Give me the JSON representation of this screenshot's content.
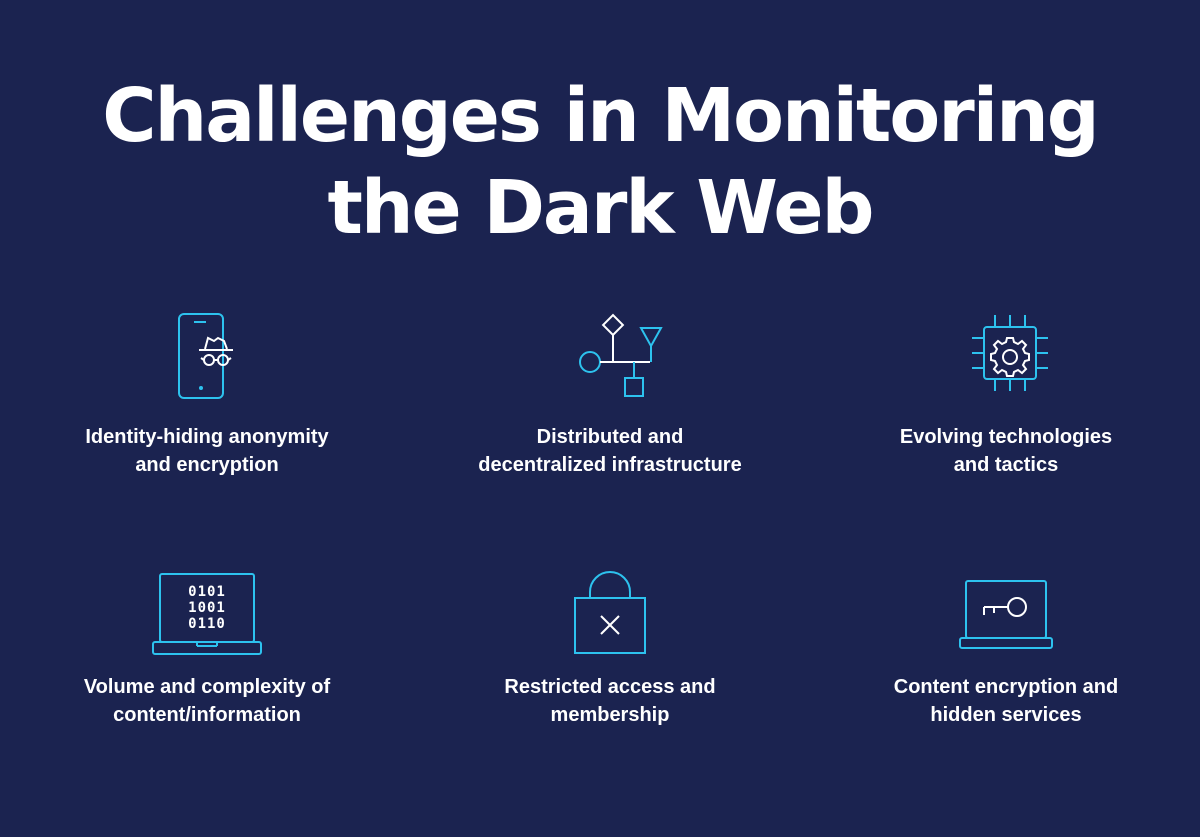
{
  "title": {
    "line1": "Challenges in Monitoring",
    "line2": "the Dark Web"
  },
  "colors": {
    "background": "#1b2350",
    "accent": "#2dc2ee",
    "text": "#ffffff"
  },
  "challenges": [
    {
      "icon": "incognito-phone-icon",
      "line1": "Identity-hiding anonymity",
      "line2": "and encryption"
    },
    {
      "icon": "distributed-network-icon",
      "line1": "Distributed and",
      "line2": "decentralized infrastructure"
    },
    {
      "icon": "chip-gear-icon",
      "line1": "Evolving technologies",
      "line2": "and tactics"
    },
    {
      "icon": "binary-laptop-icon",
      "binary": [
        "0101",
        "1001",
        "0110"
      ],
      "line1": "Volume and complexity of",
      "line2": "content/information"
    },
    {
      "icon": "locked-access-icon",
      "line1": "Restricted access and",
      "line2": "membership"
    },
    {
      "icon": "key-laptop-icon",
      "line1": "Content encryption and",
      "line2": "hidden services"
    }
  ]
}
